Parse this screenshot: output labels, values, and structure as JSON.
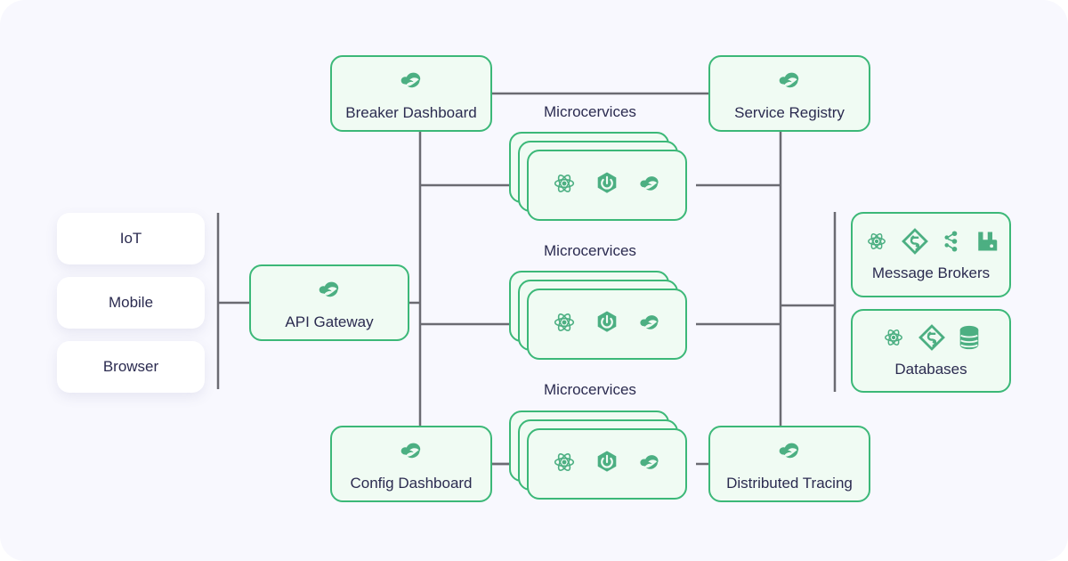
{
  "theme": {
    "background": "#f8f8fe",
    "node_fill": "#f0fbf3",
    "node_border": "#3cb878",
    "icon_color": "#4caf82",
    "text_color": "#2b2b50",
    "line_color": "#6b6b72",
    "chip_fill": "#ffffff"
  },
  "clients": [
    {
      "label": "IoT"
    },
    {
      "label": "Mobile"
    },
    {
      "label": "Browser"
    }
  ],
  "gateway": {
    "label": "API Gateway",
    "icon": "spring-leaf-icon"
  },
  "nodes": [
    {
      "id": "breaker-dashboard",
      "label": "Breaker Dashboard",
      "icon": "spring-leaf-icon"
    },
    {
      "id": "service-registry",
      "label": "Service Registry",
      "icon": "spring-leaf-icon"
    },
    {
      "id": "config-dashboard",
      "label": "Config Dashboard",
      "icon": "spring-leaf-icon"
    },
    {
      "id": "distributed-tracing",
      "label": "Distributed Tracing",
      "icon": "spring-leaf-icon"
    }
  ],
  "microservice_groups": [
    {
      "caption": "Microcervices",
      "icons": [
        "react-atom-icon",
        "spring-boot-icon",
        "spring-leaf-icon"
      ],
      "card_count": 3
    },
    {
      "caption": "Microcervices",
      "icons": [
        "react-atom-icon",
        "spring-boot-icon",
        "spring-leaf-icon"
      ],
      "card_count": 3
    },
    {
      "caption": "Microcervices",
      "icons": [
        "react-atom-icon",
        "spring-boot-icon",
        "spring-leaf-icon"
      ],
      "card_count": 3
    }
  ],
  "data_stores": [
    {
      "id": "message-brokers",
      "label": "Message Brokers",
      "icons": [
        "react-atom-icon",
        "swirl-diamond-icon",
        "kafka-icon",
        "rabbitmq-icon"
      ]
    },
    {
      "id": "databases",
      "label": "Databases",
      "icons": [
        "react-atom-icon",
        "swirl-diamond-icon",
        "database-cylinder-icon"
      ]
    }
  ]
}
